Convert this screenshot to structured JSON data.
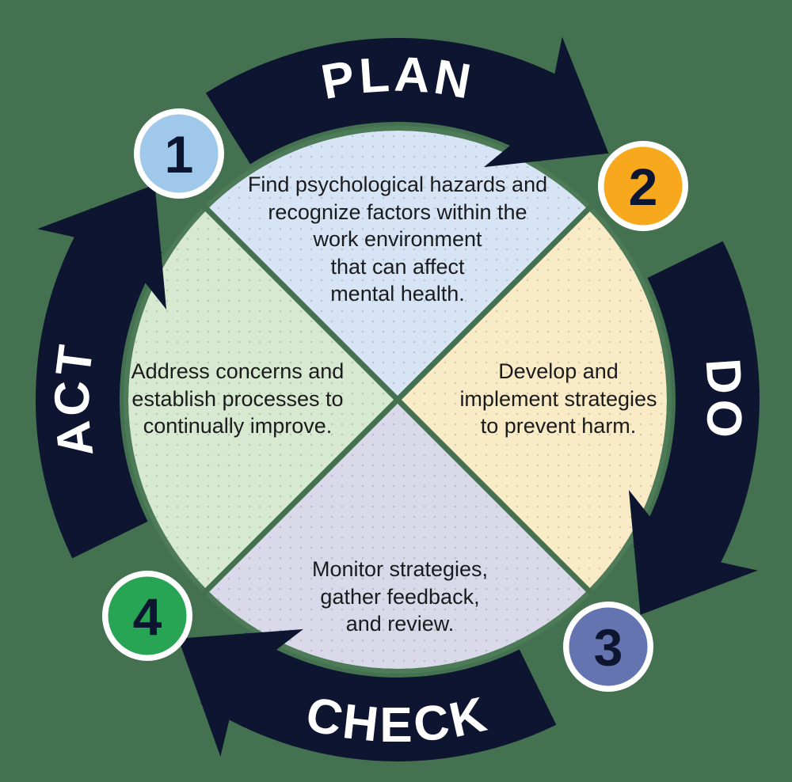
{
  "background_color": "#44714F",
  "rim_color": "#4E7B57",
  "text_color": "#1B1B1D",
  "badge_border_color": "#FFFFFF",
  "ring": {
    "color": "#0D1530",
    "label_color": "#FFFFFF",
    "segments": [
      {
        "label": "PLAN"
      },
      {
        "label": "DO"
      },
      {
        "label": "CHECK"
      },
      {
        "label": "ACT"
      }
    ]
  },
  "steps": [
    {
      "number": "1",
      "stage": "PLAN",
      "badge_color": "#9FC8EA",
      "quadrant_color": "#D6E4F5",
      "description": "Find psychological hazards and\nrecognize factors within the\nwork environment\nthat can affect\nmental health."
    },
    {
      "number": "2",
      "stage": "DO",
      "badge_color": "#F7A81C",
      "quadrant_color": "#FAEBC7",
      "description": "Develop and\nimplement strategies\nto prevent harm."
    },
    {
      "number": "3",
      "stage": "CHECK",
      "badge_color": "#6474B1",
      "quadrant_color": "#D9D9E9",
      "description": "Monitor strategies,\ngather feedback,\nand review."
    },
    {
      "number": "4",
      "stage": "ACT",
      "badge_color": "#27A454",
      "quadrant_color": "#D7E9D1",
      "description": "Address concerns and\nestablish processes to\ncontinually improve."
    }
  ]
}
